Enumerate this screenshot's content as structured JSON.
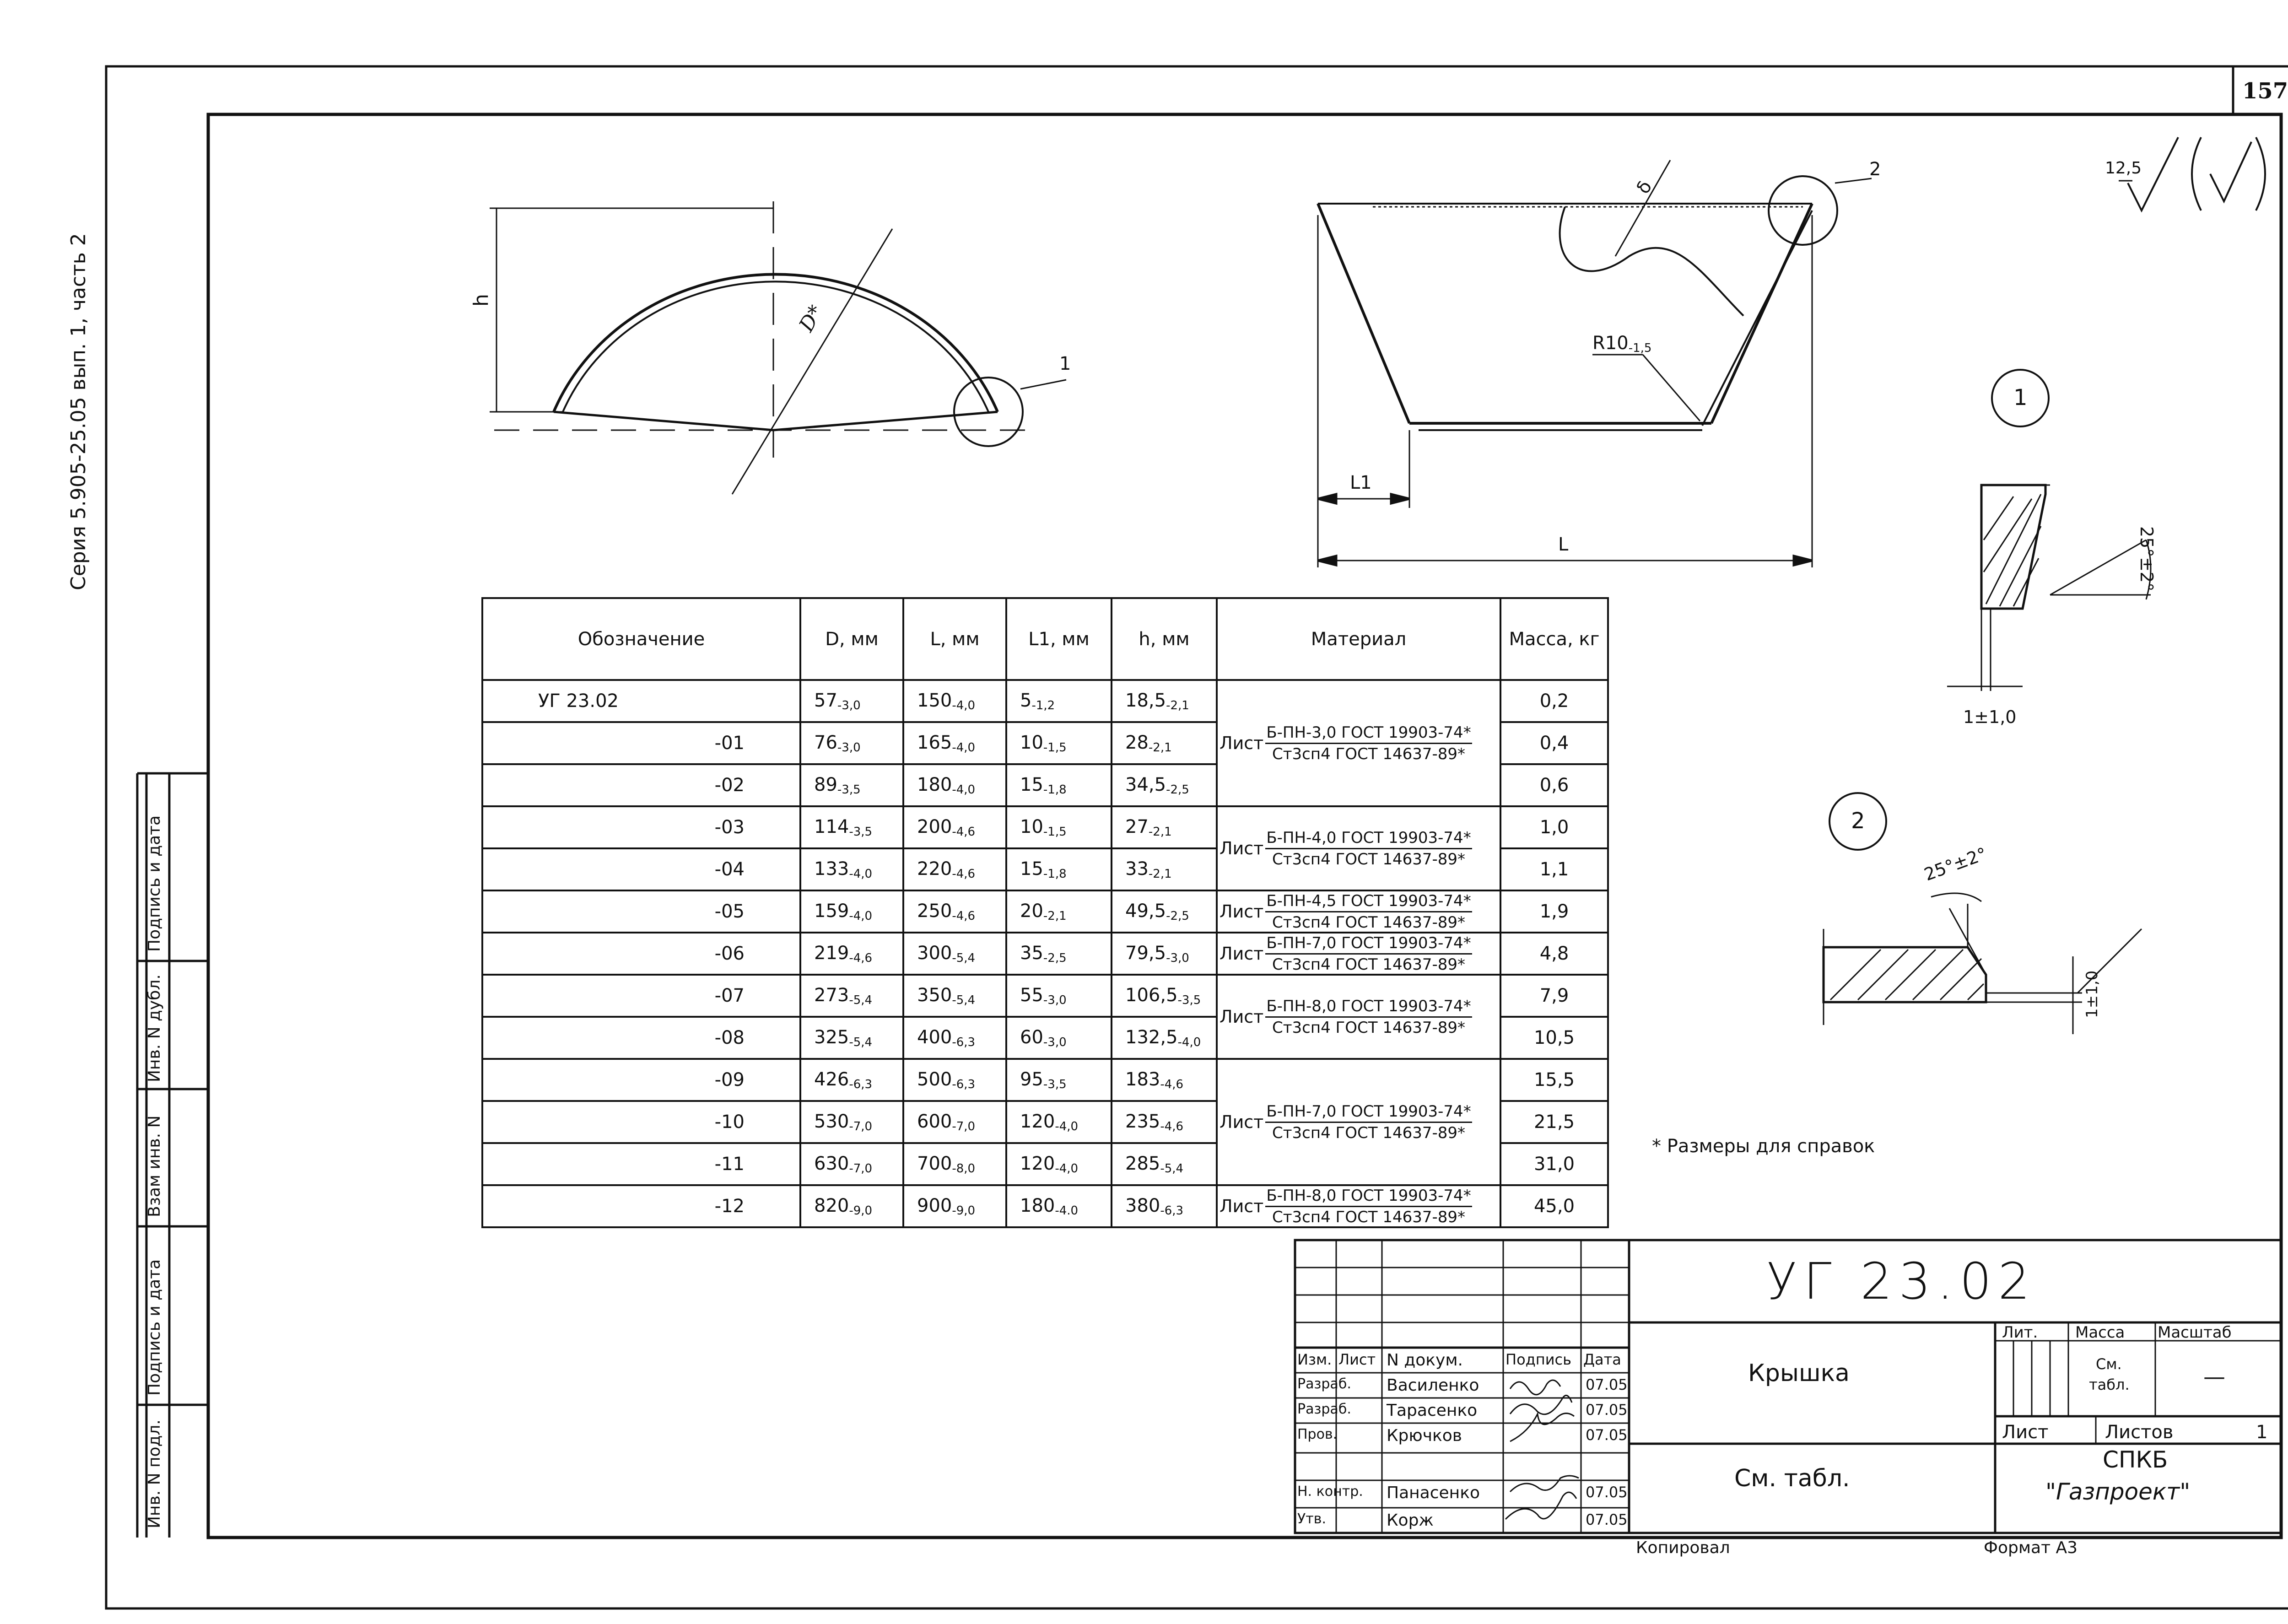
{
  "sheet_number": "157",
  "series_label": "Серия 5.905-25.05 вып. 1, часть 2",
  "roughness": "12,5",
  "drawing_labels": {
    "h": "h",
    "d_star": "D*",
    "leader1": "1",
    "leader2": "2",
    "delta": "δ",
    "r10": "R10",
    "r10_tol": "-1,5",
    "l1": "L1",
    "l": "L",
    "detail1_num": "1",
    "detail2_num": "2",
    "angle1": "25°±2°",
    "angle2": "25°±2°",
    "tol1": "1±1,0",
    "tol2": "1±1,0"
  },
  "footnote": "* Размеры для справок",
  "table": {
    "headers": {
      "designation": "Обозначение",
      "d": "D, мм",
      "l": "L, мм",
      "l1": "L1, мм",
      "h": "h, мм",
      "material": "Материал",
      "mass": "Масса, кг"
    },
    "rows": [
      {
        "des": "УГ 23.02",
        "d": "57",
        "dt": "-3,0",
        "l": "150",
        "lt": "-4,0",
        "l1": "5",
        "l1t": "-1,2",
        "h": "18,5",
        "ht": "-2,1",
        "mass": "0,2"
      },
      {
        "des": "-01",
        "d": "76",
        "dt": "-3,0",
        "l": "165",
        "lt": "-4,0",
        "l1": "10",
        "l1t": "-1,5",
        "h": "28",
        "ht": "-2,1",
        "mass": "0,4"
      },
      {
        "des": "-02",
        "d": "89",
        "dt": "-3,5",
        "l": "180",
        "lt": "-4,0",
        "l1": "15",
        "l1t": "-1,8",
        "h": "34,5",
        "ht": "-2,5",
        "mass": "0,6"
      },
      {
        "des": "-03",
        "d": "114",
        "dt": "-3,5",
        "l": "200",
        "lt": "-4,6",
        "l1": "10",
        "l1t": "-1,5",
        "h": "27",
        "ht": "-2,1",
        "mass": "1,0"
      },
      {
        "des": "-04",
        "d": "133",
        "dt": "-4,0",
        "l": "220",
        "lt": "-4,6",
        "l1": "15",
        "l1t": "-1,8",
        "h": "33",
        "ht": "-2,1",
        "mass": "1,1"
      },
      {
        "des": "-05",
        "d": "159",
        "dt": "-4,0",
        "l": "250",
        "lt": "-4,6",
        "l1": "20",
        "l1t": "-2,1",
        "h": "49,5",
        "ht": "-2,5",
        "mass": "1,9"
      },
      {
        "des": "-06",
        "d": "219",
        "dt": "-4,6",
        "l": "300",
        "lt": "-5,4",
        "l1": "35",
        "l1t": "-2,5",
        "h": "79,5",
        "ht": "-3,0",
        "mass": "4,8"
      },
      {
        "des": "-07",
        "d": "273",
        "dt": "-5,4",
        "l": "350",
        "lt": "-5,4",
        "l1": "55",
        "l1t": "-3,0",
        "h": "106,5",
        "ht": "-3,5",
        "mass": "7,9"
      },
      {
        "des": "-08",
        "d": "325",
        "dt": "-5,4",
        "l": "400",
        "lt": "-6,3",
        "l1": "60",
        "l1t": "-3,0",
        "h": "132,5",
        "ht": "-4,0",
        "mass": "10,5"
      },
      {
        "des": "-09",
        "d": "426",
        "dt": "-6,3",
        "l": "500",
        "lt": "-6,3",
        "l1": "95",
        "l1t": "-3,5",
        "h": "183",
        "ht": "-4,6",
        "mass": "15,5"
      },
      {
        "des": "-10",
        "d": "530",
        "dt": "-7,0",
        "l": "600",
        "lt": "-7,0",
        "l1": "120",
        "l1t": "-4,0",
        "h": "235",
        "ht": "-4,6",
        "mass": "21,5"
      },
      {
        "des": "-11",
        "d": "630",
        "dt": "-7,0",
        "l": "700",
        "lt": "-8,0",
        "l1": "120",
        "l1t": "-4,0",
        "h": "285",
        "ht": "-5,4",
        "mass": "31,0"
      },
      {
        "des": "-12",
        "d": "820",
        "dt": "-9,0",
        "l": "900",
        "lt": "-9,0",
        "l1": "180",
        "l1t": "-4.0",
        "h": "380",
        "ht": "-6,3",
        "mass": "45,0"
      }
    ],
    "materials": [
      {
        "prefix": "Лист",
        "top": "Б-ПН-3,0 ГОСТ 19903-74*",
        "bottom": "Ст3сп4 ГОСТ 14637-89*"
      },
      {
        "prefix": "Лист",
        "top": "Б-ПН-4,0 ГОСТ 19903-74*",
        "bottom": "Ст3сп4 ГОСТ 14637-89*"
      },
      {
        "prefix": "Лист",
        "top": "Б-ПН-4,5 ГОСТ 19903-74*",
        "bottom": "Ст3сп4 ГОСТ 14637-89*"
      },
      {
        "prefix": "Лист",
        "top": "Б-ПН-7,0 ГОСТ 19903-74*",
        "bottom": "Ст3сп4 ГОСТ 14637-89*"
      },
      {
        "prefix": "Лист",
        "top": "Б-ПН-8,0 ГОСТ 19903-74*",
        "bottom": "Ст3сп4 ГОСТ 14637-89*"
      },
      {
        "prefix": "Лист",
        "top": "Б-ПН-7,0 ГОСТ 19903-74*",
        "bottom": "Ст3сп4 ГОСТ 14637-89*"
      },
      {
        "prefix": "Лист",
        "top": "Б-ПН-8,0 ГОСТ 19903-74*",
        "bottom": "Ст3сп4 ГОСТ 14637-89*"
      }
    ]
  },
  "side_stamp": [
    "Подпись и дата",
    "Инв. N дубл.",
    "Взам инв. N",
    "Подпись и дата",
    "Инв. N подл."
  ],
  "title_block": {
    "designation": "УГ 23.02",
    "name": "Крышка",
    "material": "См. табл.",
    "organization_1": "СПКБ",
    "organization_2": "\"Газпроект\"",
    "lit_label": "Лит.",
    "mass_label": "Масса",
    "scale_label": "Масштаб",
    "mass_value_1": "См.",
    "mass_value_2": "табл.",
    "scale_value": "—",
    "sheet_label": "Лист",
    "sheets_label": "Листов",
    "sheets_value": "1",
    "headers": [
      "Изм.",
      "Лист",
      "N докум.",
      "Подпись",
      "Дата"
    ],
    "people": [
      {
        "role": "Разраб.",
        "name": "Василенко",
        "date": "07.05"
      },
      {
        "role": "Разраб.",
        "name": "Тарасенко",
        "date": "07.05"
      },
      {
        "role": "Пров.",
        "name": "Крючков",
        "date": "07.05"
      },
      {
        "role": "Н. контр.",
        "name": "Панасенко",
        "date": "07.05"
      },
      {
        "role": "Утв.",
        "name": "Корж",
        "date": "07.05"
      }
    ],
    "copied": "Копировал",
    "format": "Формат А3"
  }
}
